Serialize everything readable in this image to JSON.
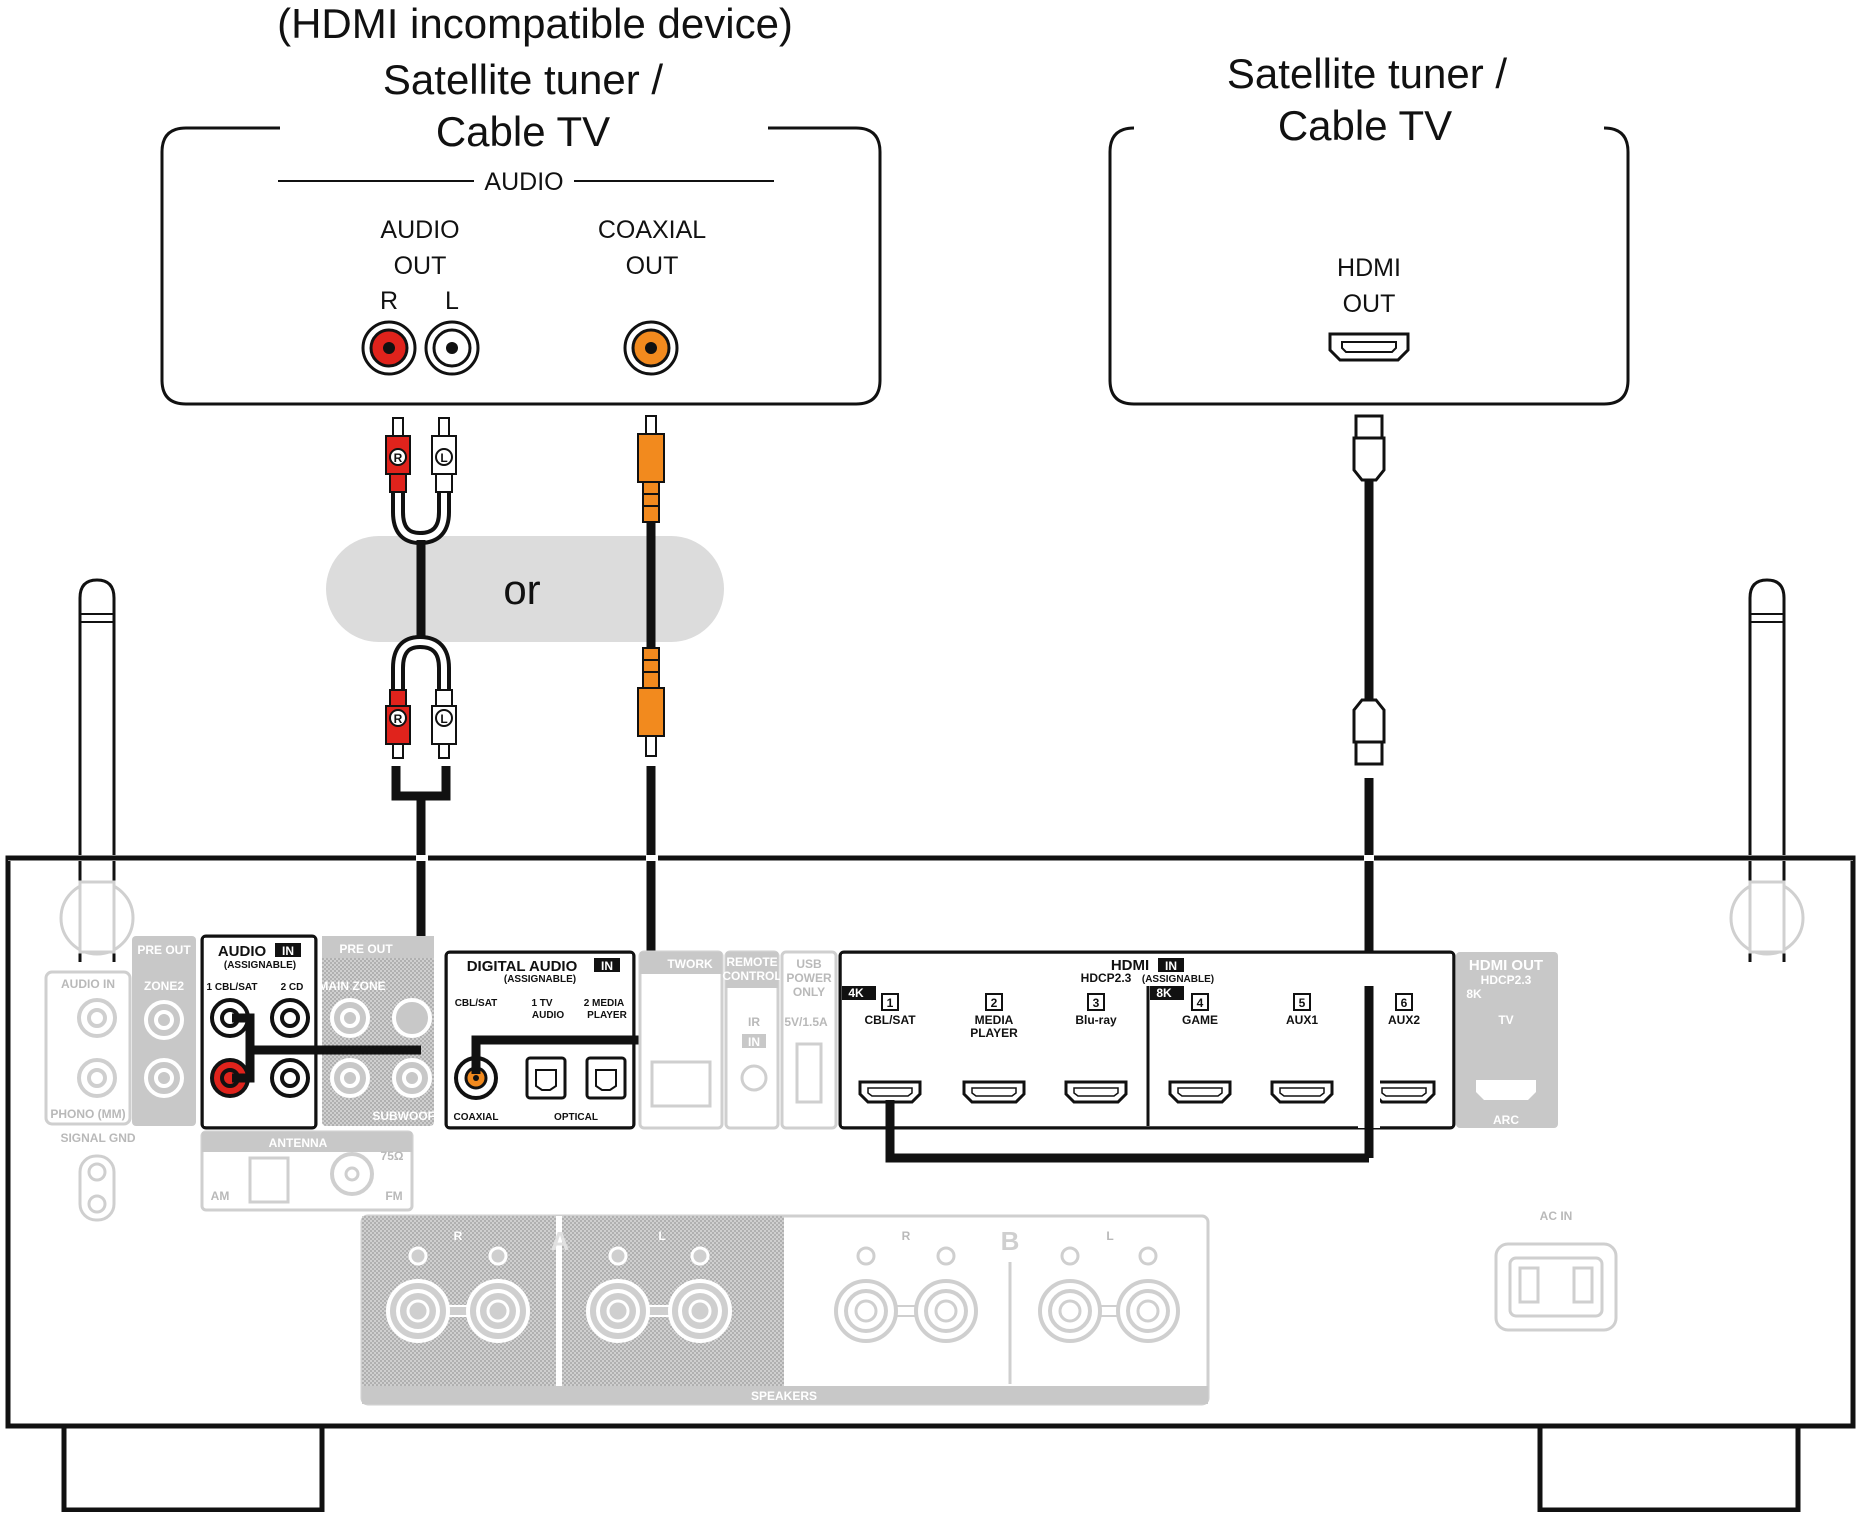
{
  "left_device": {
    "caption_line1": "(HDMI incompatible device)",
    "caption_line2": "Satellite tuner /",
    "caption_line3": "Cable TV",
    "section_label": "AUDIO",
    "audio_out_line1": "AUDIO",
    "audio_out_line2": "OUT",
    "r_label": "R",
    "l_label": "L",
    "coaxial_out_line1": "COAXIAL",
    "coaxial_out_line2": "OUT"
  },
  "right_device": {
    "caption_line1": "Satellite tuner /",
    "caption_line2": "Cable TV",
    "hdmi_out_line1": "HDMI",
    "hdmi_out_line2": "OUT"
  },
  "or_label": "or",
  "plug_r": "R",
  "plug_l": "L",
  "receiver": {
    "audio_in_dim": "AUDIO IN",
    "phono": "PHONO (MM)",
    "signal_gnd": "SIGNAL GND",
    "pre_out_zone2_title": "PRE OUT",
    "zone2": "ZONE2",
    "audio_in_title": "AUDIO",
    "audio_in_badge": "IN",
    "assignable": "(ASSIGNABLE)",
    "audio_in_1": "1 CBL/SAT",
    "audio_in_2": "2 CD",
    "pre_out_main_title": "PRE OUT",
    "main_zone": "MAIN ZONE",
    "subwoofer": "SUBWOOFER",
    "antenna": "ANTENNA",
    "am": "AM",
    "fm": "FM",
    "ohm": "75Ω",
    "digital_audio_title": "DIGITAL AUDIO",
    "digital_audio_badge": "IN",
    "digital_assignable": "(ASSIGNABLE)",
    "dig_cbl": "CBL/SAT",
    "dig_1": "1  TV",
    "dig_1b": "AUDIO",
    "dig_2": "2  MEDIA",
    "dig_2b": "PLAYER",
    "coaxial": "COAXIAL",
    "optical": "OPTICAL",
    "network": "TWORK",
    "remote_1": "REMOTE",
    "remote_2": "CONTROL",
    "ir": "IR",
    "ir_in": "IN",
    "usb_1": "USB",
    "usb_2": "POWER",
    "usb_3": "ONLY",
    "usb_4": "5V/1.5A",
    "hdmi_in_title": "HDMI",
    "hdmi_in_badge": "IN",
    "hdcp": "HDCP2.3",
    "hdcp_assignable": "(ASSIGNABLE)",
    "badge_4k": "4K",
    "badge_8k": "8K",
    "hdmi_inputs": [
      {
        "num": "1",
        "name": "CBL/SAT",
        "name2": ""
      },
      {
        "num": "2",
        "name": "MEDIA",
        "name2": "PLAYER"
      },
      {
        "num": "3",
        "name": "Blu-ray",
        "name2": ""
      },
      {
        "num": "4",
        "name": "GAME",
        "name2": ""
      },
      {
        "num": "5",
        "name": "AUX1",
        "name2": ""
      },
      {
        "num": "6",
        "name": "AUX2",
        "name2": ""
      }
    ],
    "hdmi_out_title": "HDMI OUT",
    "hdmi_out_hdcp": "HDCP2.3",
    "hdmi_out_8k": "8K",
    "hdmi_out_tv": "TV",
    "arc": "ARC",
    "speakers": "SPEAKERS",
    "spk_a": "A",
    "spk_b": "B",
    "spk_r": "R",
    "spk_l": "L",
    "ac_in": "AC IN"
  },
  "colors": {
    "red_jack": "#e0231c",
    "orange_jack": "#f28a1e",
    "dim_panel": "#c8c8c8",
    "dark_panel": "#8d8d8d",
    "or_bubble": "#dcdcdc"
  }
}
